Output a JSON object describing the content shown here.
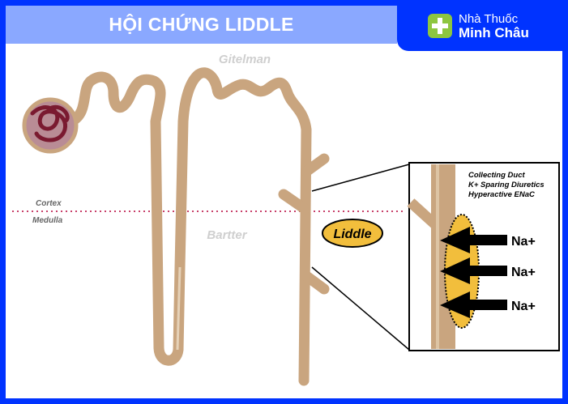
{
  "header": {
    "title": "HỘI CHỨNG LIDDLE"
  },
  "logo": {
    "line1": "Nhà Thuốc",
    "line2": "Minh Châu"
  },
  "diagram": {
    "labels": {
      "gitelman": "Gitelman",
      "bartter": "Bartter",
      "cortex": "Cortex",
      "medulla": "Medulla",
      "liddle": "Liddle"
    },
    "inset": {
      "line1": "Collecting Duct",
      "line2": "K+ Sparing Diuretics",
      "line3": "Hyperactive ENaC",
      "ions": [
        "Na+",
        "Na+",
        "Na+"
      ]
    },
    "colors": {
      "tubule": "#c9a57f",
      "frame": "#0033ff",
      "header": "#8aa8ff",
      "ellipse": "#f2be3c",
      "glomerulus": "#7a1a30",
      "divider": "#c8406a"
    }
  }
}
